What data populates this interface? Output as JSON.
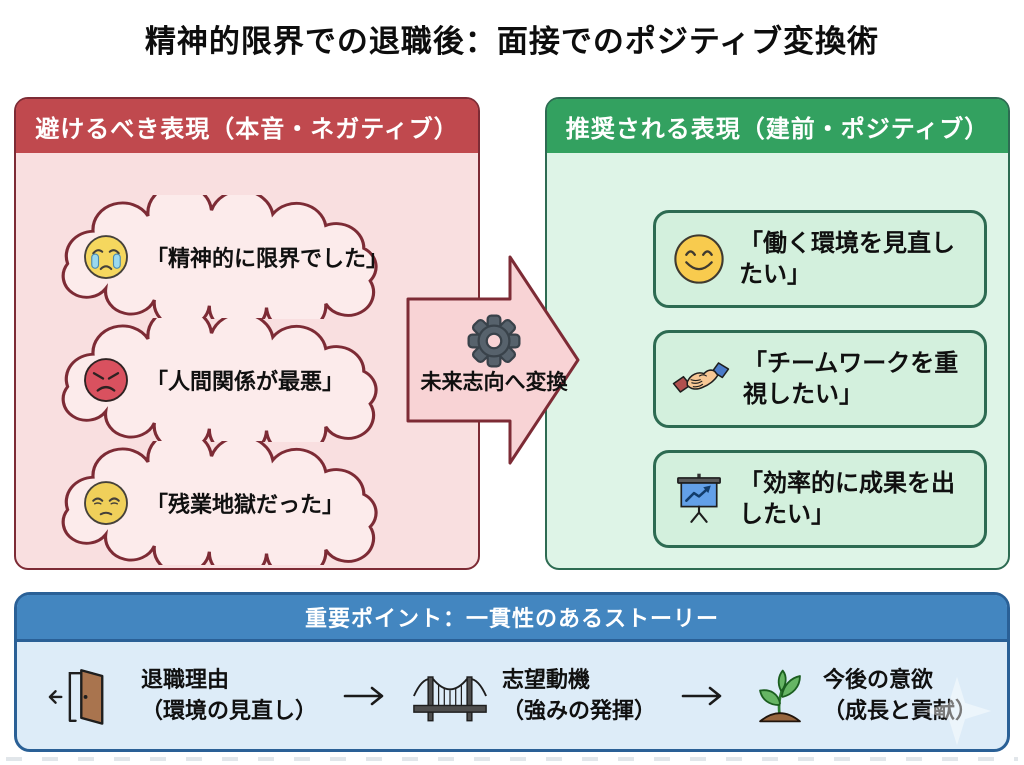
{
  "title": "精神的限界での退職後：面接でのポジティブ変換術",
  "left_panel": {
    "header": "避けるべき表現（本音・ネガティブ）",
    "items": [
      {
        "icon": "crying-face-icon",
        "text": "「精神的に限界でした」"
      },
      {
        "icon": "angry-face-icon",
        "text": "「人間関係が最悪」"
      },
      {
        "icon": "weary-face-icon",
        "text": "「残業地獄だった」"
      }
    ]
  },
  "conversion": {
    "icon": "gear-icon",
    "label": "未来志向へ変換"
  },
  "right_panel": {
    "header": "推奨される表現（建前・ポジティブ）",
    "items": [
      {
        "icon": "smiling-face-icon",
        "text": "「働く環境を見直したい」"
      },
      {
        "icon": "handshake-icon",
        "text": "「チームワークを重視したい」"
      },
      {
        "icon": "presentation-chart-icon",
        "text": "「効率的に成果を出したい」"
      }
    ]
  },
  "bottom_panel": {
    "header": "重要ポイント：一貫性のあるストーリー",
    "steps": [
      {
        "icon": "door-exit-icon",
        "title": "退職理由",
        "subtitle": "（環境の見直し）"
      },
      {
        "icon": "bridge-icon",
        "title": "志望動機",
        "subtitle": "（強みの発揮）"
      },
      {
        "icon": "sprout-icon",
        "title": "今後の意欲",
        "subtitle": "（成長と貢献）"
      }
    ],
    "flow_arrow_glyph": "→"
  },
  "icons": {
    "crying-face": "😢",
    "angry-face": "😡",
    "weary-face": "😔",
    "smiling-face": "😊",
    "handshake": "🤝",
    "presentation-chart": "📊",
    "gear": "⚙",
    "door-exit": "🚪",
    "bridge": "🌉",
    "sprout": "🌱",
    "right-arrow": "→",
    "left-arrow": "←",
    "sparkle": "✦"
  },
  "colors": {
    "negative_header": "#c0494e",
    "negative_panel_bg": "#f9dfe0",
    "negative_cloud_bg": "#fcebeb",
    "negative_border": "#7d2b35",
    "positive_header": "#33a160",
    "positive_panel_bg": "#def4e7",
    "positive_card_bg": "#d3f0dd",
    "positive_border": "#2d6b52",
    "arrow_fill": "#f8d3d5",
    "bottom_header": "#4386c0",
    "bottom_panel_bg": "#ddecf8",
    "bottom_border": "#2a6096",
    "text": "#101010"
  }
}
